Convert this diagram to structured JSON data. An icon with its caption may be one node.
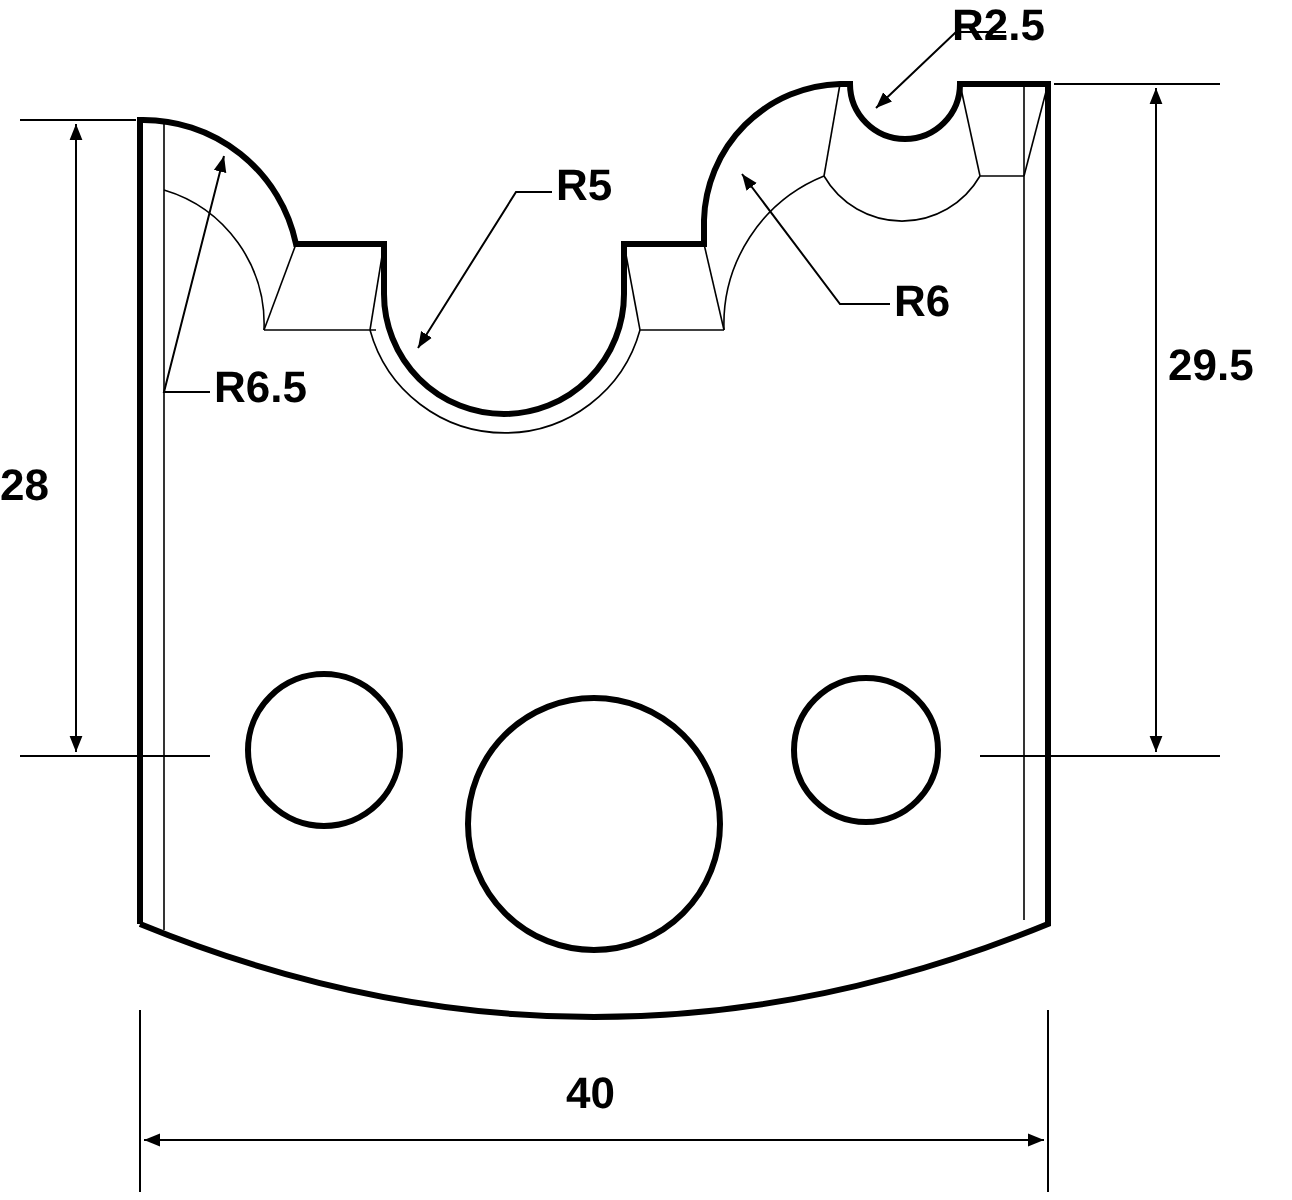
{
  "diagram": {
    "labels": [
      "R2.5",
      "R5",
      "R6",
      "R6.5",
      "28",
      "29.5",
      "40"
    ]
  }
}
